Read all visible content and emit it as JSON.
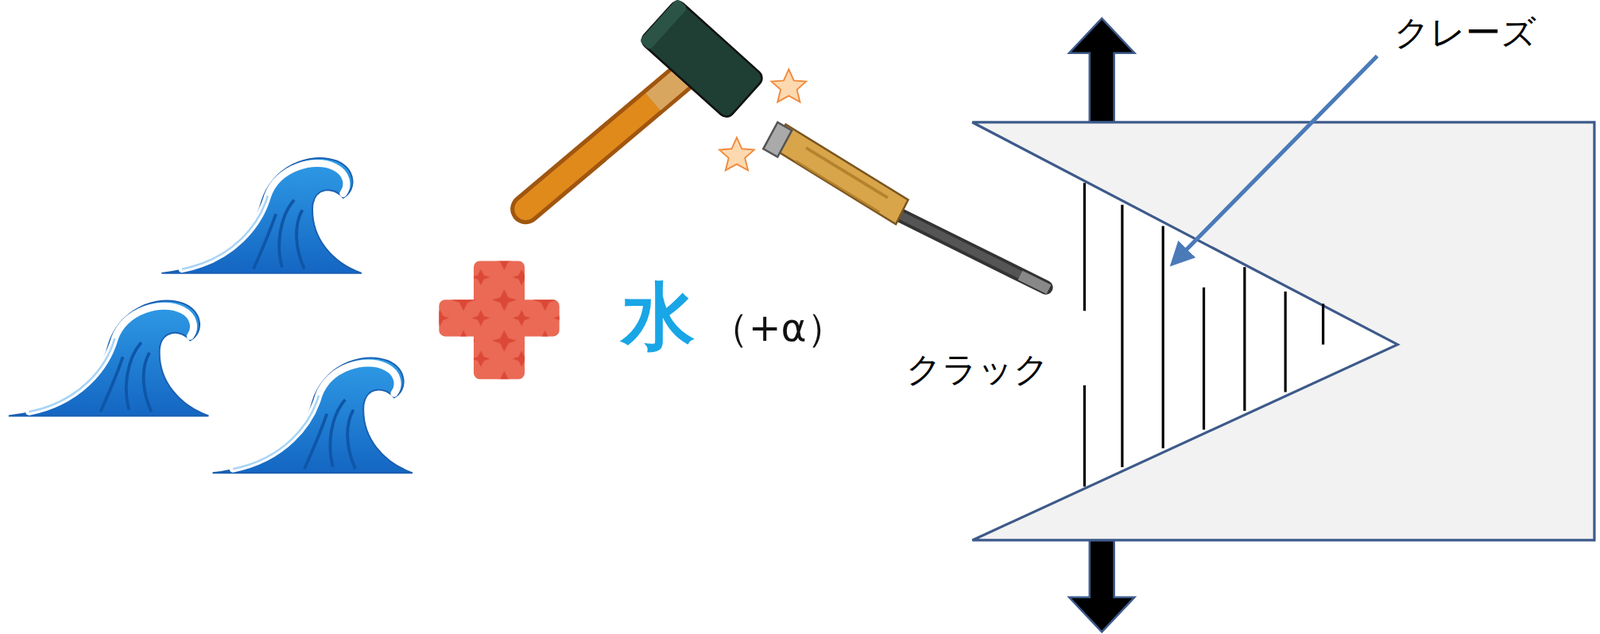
{
  "diagram": {
    "labels": [
      "水",
      "（+α）",
      "クラック",
      "クレーズ"
    ]
  }
}
